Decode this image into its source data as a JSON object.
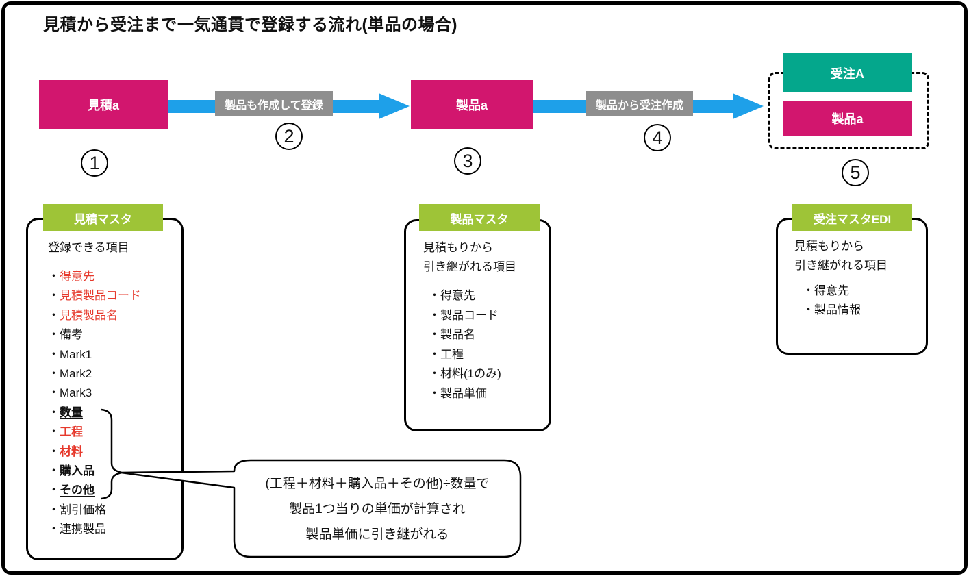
{
  "title": "見積から受注まで一気通貫で登録する流れ(単品の場合)",
  "bullet": "・",
  "colors": {
    "pink": "#d2166e",
    "teal": "#04a78c",
    "green": "#9ec437",
    "blue": "#1ea0e9",
    "gray": "#8e8e8e",
    "red": "#e6392c"
  },
  "flow": {
    "estimate_box": "見積a",
    "arrow1_label": "製品も作成して登録",
    "product_box": "製品a",
    "arrow2_label": "製品から受注作成",
    "order_box": "受注A",
    "order_product_box": "製品a",
    "step1": "1",
    "step2": "2",
    "step3": "3",
    "step4": "4",
    "step5": "5"
  },
  "estimate_card": {
    "header": "見積マスタ",
    "intro": [
      "登録できる項目"
    ],
    "items": [
      {
        "text": "得意先",
        "red": true
      },
      {
        "text": "見積製品コード",
        "red": true
      },
      {
        "text": "見積製品名",
        "red": true
      },
      {
        "text": "備考"
      },
      {
        "text": "Mark1"
      },
      {
        "text": "Mark2"
      },
      {
        "text": "Mark3"
      },
      {
        "text": "数量",
        "bold": true,
        "underline": true
      },
      {
        "text": "工程",
        "red": true,
        "bold": true,
        "underline": true
      },
      {
        "text": "材料",
        "red": true,
        "bold": true,
        "underline": true
      },
      {
        "text": "購入品",
        "bold": true,
        "underline": true
      },
      {
        "text": "その他",
        "bold": true,
        "underline": true
      },
      {
        "text": "割引価格"
      },
      {
        "text": "連携製品"
      }
    ]
  },
  "product_card": {
    "header": "製品マスタ",
    "intro": [
      "見積もりから",
      "引き継がれる項目"
    ],
    "items": [
      {
        "text": "得意先"
      },
      {
        "text": "製品コード"
      },
      {
        "text": "製品名"
      },
      {
        "text": "工程"
      },
      {
        "text": "材料(1のみ)"
      },
      {
        "text": "製品単価"
      }
    ]
  },
  "order_card": {
    "header": "受注マスタEDI",
    "intro": [
      "見積もりから",
      "引き継がれる項目"
    ],
    "items": [
      {
        "text": "得意先"
      },
      {
        "text": "製品情報"
      }
    ]
  },
  "callout": {
    "lines": [
      "(工程＋材料＋購入品＋その他)÷数量で",
      "製品1つ当りの単価が計算され",
      "製品単価に引き継がれる"
    ]
  }
}
